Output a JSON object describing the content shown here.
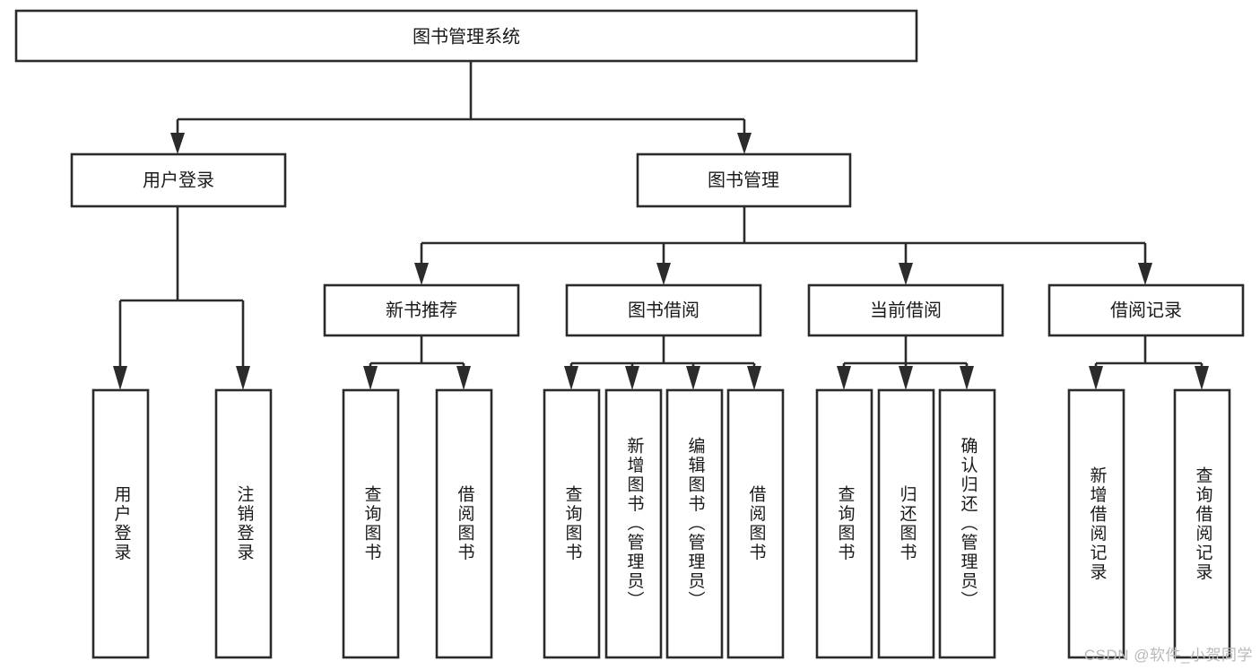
{
  "diagram": {
    "title": "图书管理系统",
    "type": "hierarchy-tree",
    "orientation": "top-down",
    "colors": {
      "stroke": "#2b2b2b",
      "fill": "#ffffff",
      "text": "#1a1a1a",
      "watermark": "#b9b9b9",
      "background": "#ffffff"
    },
    "root": {
      "label": "图书管理系统"
    },
    "level2": [
      {
        "label": "用户登录"
      },
      {
        "label": "图书管理"
      }
    ],
    "level3": [
      {
        "label": "新书推荐"
      },
      {
        "label": "图书借阅"
      },
      {
        "label": "当前借阅"
      },
      {
        "label": "借阅记录"
      }
    ],
    "leaves": {
      "user_login": [
        {
          "label": "用户登录"
        },
        {
          "label": "注销登录"
        }
      ],
      "new_book_recommend": [
        {
          "label": "查询图书"
        },
        {
          "label": "借阅图书"
        }
      ],
      "book_borrow": [
        {
          "label": "查询图书"
        },
        {
          "label": "新增图书（管理员）"
        },
        {
          "label": "编辑图书（管理员）"
        },
        {
          "label": "借阅图书"
        }
      ],
      "current_borrow": [
        {
          "label": "查询图书"
        },
        {
          "label": "归还图书"
        },
        {
          "label": "确认归还（管理员）"
        }
      ],
      "borrow_record": [
        {
          "label": "新增借阅记录"
        },
        {
          "label": "查询借阅记录"
        }
      ]
    },
    "watermark": "CSDN @软件_小贺同学"
  }
}
